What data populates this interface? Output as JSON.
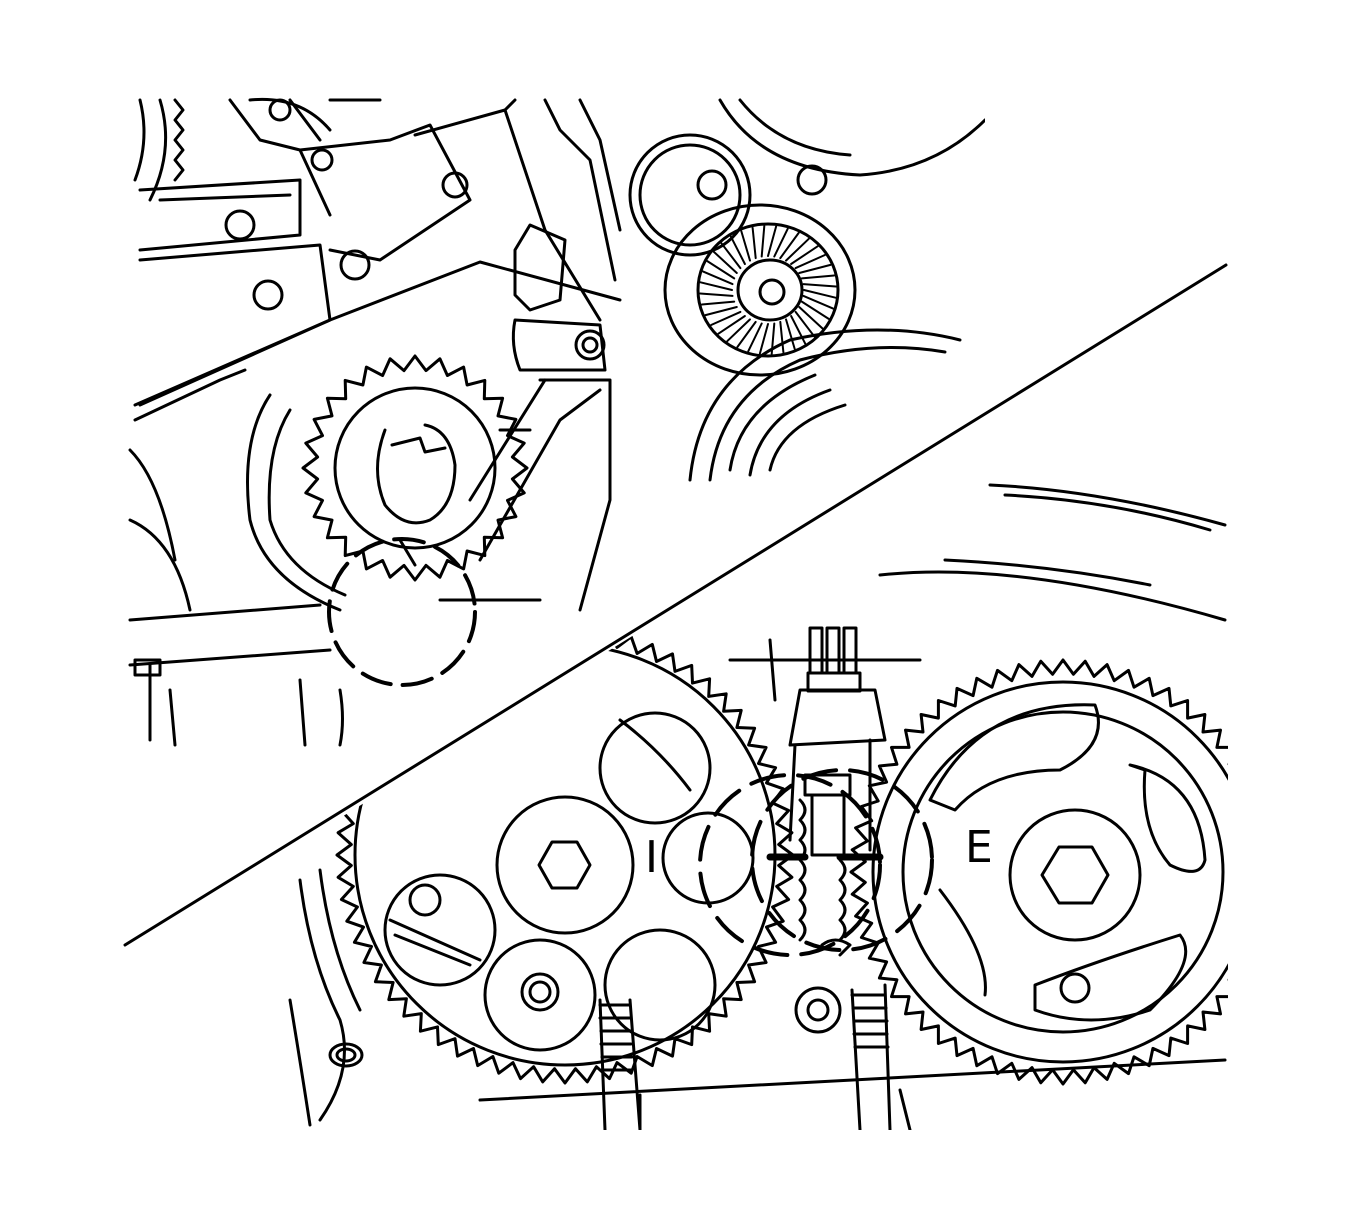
{
  "labels": {
    "intake": "I",
    "exhaust": "E"
  },
  "colors": {
    "line": "#000000",
    "background": "#ffffff"
  },
  "detail_circles": 3
}
